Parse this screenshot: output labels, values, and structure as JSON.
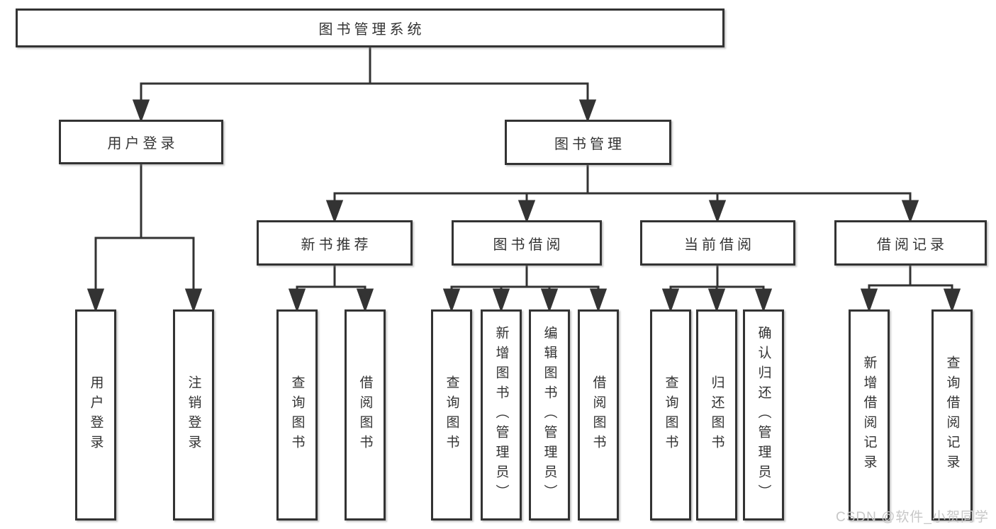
{
  "diagram": {
    "root": {
      "label": "图书管理系统"
    },
    "level2": [
      {
        "label": "用户登录"
      },
      {
        "label": "图书管理"
      }
    ],
    "level3": [
      {
        "label": "新书推荐"
      },
      {
        "label": "图书借阅"
      },
      {
        "label": "当前借阅"
      },
      {
        "label": "借阅记录"
      }
    ],
    "leaves": {
      "user_login": [
        {
          "label": "用户登录"
        },
        {
          "label": "注销登录"
        }
      ],
      "new_books": [
        {
          "label": "查询图书"
        },
        {
          "label": "借阅图书"
        }
      ],
      "book_borrow": [
        {
          "label": "查询图书"
        },
        {
          "label": "新增图书（管理员）"
        },
        {
          "label": "编辑图书（管理员）"
        },
        {
          "label": "借阅图书"
        }
      ],
      "current_borrow": [
        {
          "label": "查询图书"
        },
        {
          "label": "归还图书"
        },
        {
          "label": "确认归还（管理员）"
        }
      ],
      "borrow_records": [
        {
          "label": "新增借阅记录"
        },
        {
          "label": "查询借阅记录"
        }
      ]
    }
  },
  "watermark": "CSDN @软件_小贺同学",
  "colors": {
    "line": "#333333",
    "text": "#333333",
    "watermark": "#c7c7c7",
    "background": "#ffffff"
  }
}
